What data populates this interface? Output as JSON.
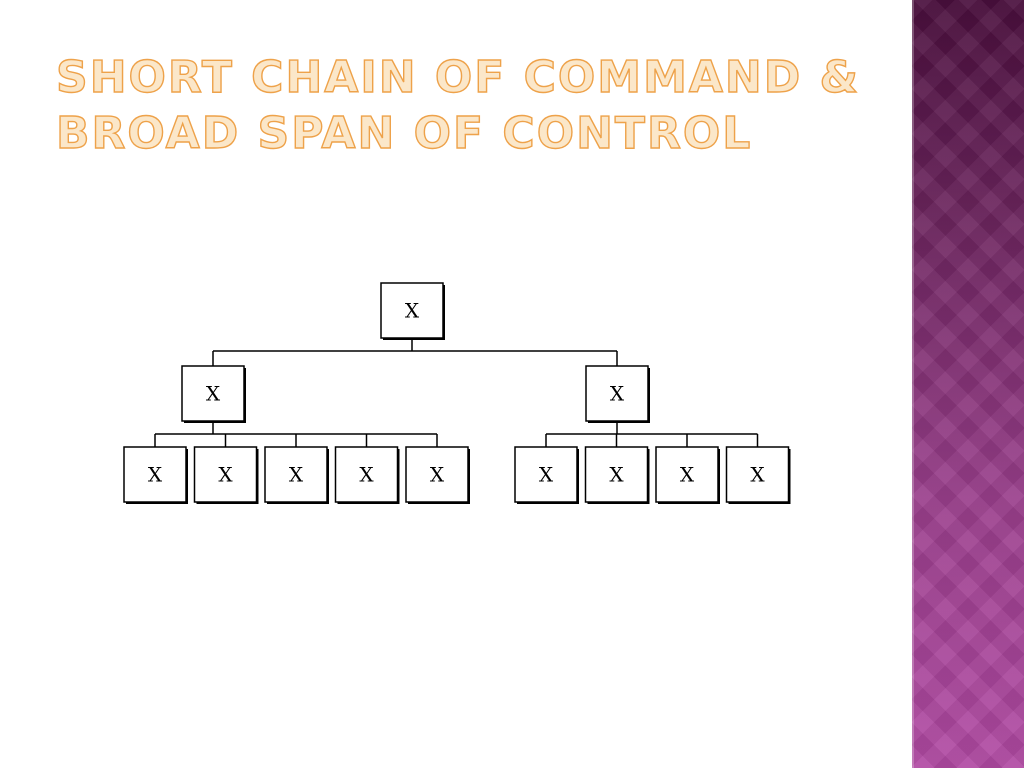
{
  "slide": {
    "title_lines": [
      "Short Chain of Command &",
      "Broad Span of Control"
    ]
  },
  "colors": {
    "title_fill": "#fbe7c9",
    "title_stroke": "#eea24a",
    "panel_top": "#4a0f3d",
    "panel_bottom": "#b14aa3"
  },
  "org_chart": {
    "root": {
      "label": "X"
    },
    "managers": [
      {
        "label": "X",
        "reports": [
          "X",
          "X",
          "X",
          "X",
          "X"
        ]
      },
      {
        "label": "X",
        "reports": [
          "X",
          "X",
          "X",
          "X"
        ]
      }
    ]
  }
}
